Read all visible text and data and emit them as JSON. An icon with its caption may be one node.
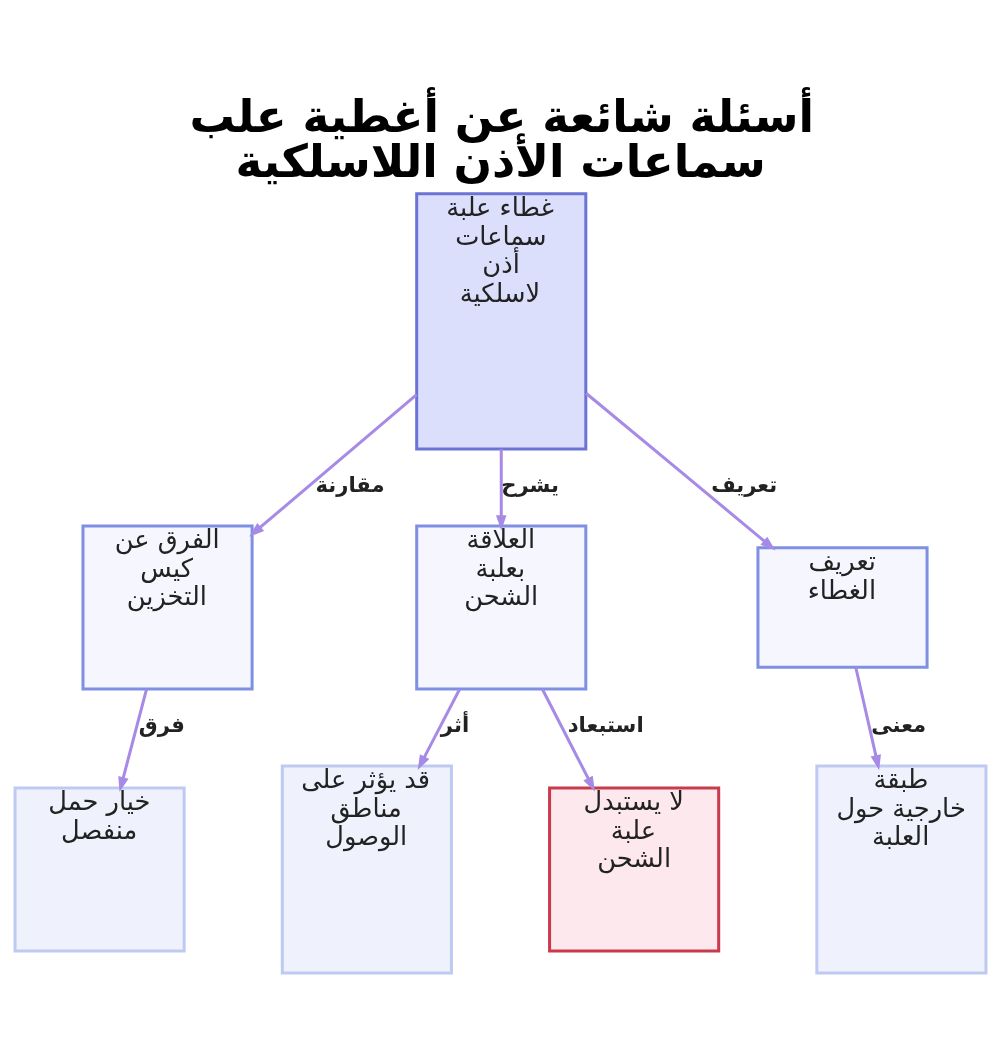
{
  "diagram": {
    "title": "أسئلة شائعة عن أغطية علب سماعات الأذن اللاسلكية",
    "nodes": [
      {
        "text": [
          "غطاء علبة سماعات أذن لاسلكية"
        ]
      },
      {
        "text": [
          "الفرق عن كيس التخزين"
        ]
      },
      {
        "text": [
          "العلاقة بعلبة الشحن"
        ]
      },
      {
        "text": [
          "تعريف الغطاء"
        ]
      },
      {
        "text": [
          "خيار حمل منفصل"
        ]
      },
      {
        "text": [
          "قد يؤثر على مناطق الوصول"
        ]
      },
      {
        "text": [
          "لا يستبدل علبة الشحن"
        ]
      },
      {
        "text": [
          "طبقة خارجية حول العلبة"
        ]
      }
    ],
    "edges": [
      {
        "from": 0,
        "to": 1,
        "arrow": "to",
        "label": "مقارنة"
      },
      {
        "from": 0,
        "to": 2,
        "arrow": "to",
        "label": "يشرح"
      },
      {
        "from": 0,
        "to": 3,
        "arrow": "to",
        "label": "تعريف"
      },
      {
        "from": 1,
        "to": 4,
        "arrow": "to",
        "label": "فرق"
      },
      {
        "from": 2,
        "to": 5,
        "arrow": "to",
        "label": "أثر"
      },
      {
        "from": 2,
        "to": 6,
        "arrow": "to",
        "label": "استبعاد"
      },
      {
        "from": 3,
        "to": 7,
        "arrow": "to",
        "label": "معنى"
      }
    ]
  }
}
